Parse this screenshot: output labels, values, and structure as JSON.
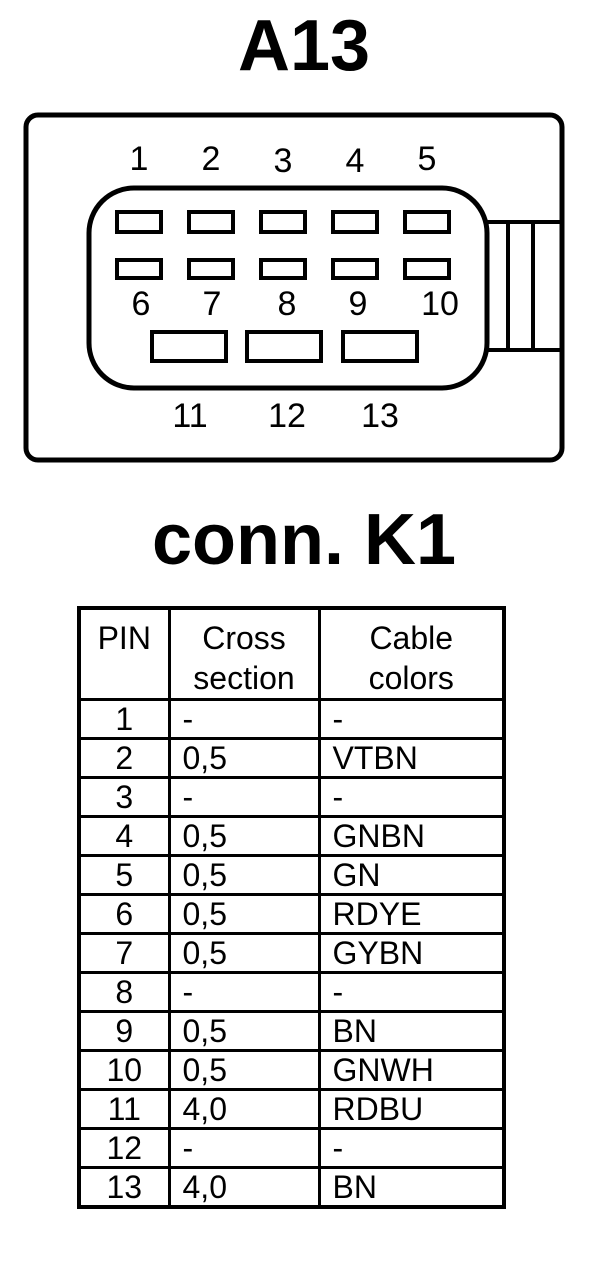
{
  "connector_title": "A13",
  "table_title": "conn. K1",
  "pin_labels": [
    "1",
    "2",
    "3",
    "4",
    "5",
    "6",
    "7",
    "8",
    "9",
    "10",
    "11",
    "12",
    "13"
  ],
  "table": {
    "headers": [
      [
        "PIN"
      ],
      [
        "Cross",
        "section"
      ],
      [
        "Cable",
        "colors"
      ]
    ],
    "rows": [
      {
        "pin": "1",
        "cross_section": "-",
        "color": "-"
      },
      {
        "pin": "2",
        "cross_section": "0,5",
        "color": "VTBN"
      },
      {
        "pin": "3",
        "cross_section": "-",
        "color": "-"
      },
      {
        "pin": "4",
        "cross_section": "0,5",
        "color": "GNBN"
      },
      {
        "pin": "5",
        "cross_section": "0,5",
        "color": "GN"
      },
      {
        "pin": "6",
        "cross_section": "0,5",
        "color": "RDYE"
      },
      {
        "pin": "7",
        "cross_section": "0,5",
        "color": "GYBN"
      },
      {
        "pin": "8",
        "cross_section": "-",
        "color": "-"
      },
      {
        "pin": "9",
        "cross_section": "0,5",
        "color": "BN"
      },
      {
        "pin": "10",
        "cross_section": "0,5",
        "color": "GNWH"
      },
      {
        "pin": "11",
        "cross_section": "4,0",
        "color": "RDBU"
      },
      {
        "pin": "12",
        "cross_section": "-",
        "color": "-"
      },
      {
        "pin": "13",
        "cross_section": "4,0",
        "color": "BN"
      }
    ]
  }
}
